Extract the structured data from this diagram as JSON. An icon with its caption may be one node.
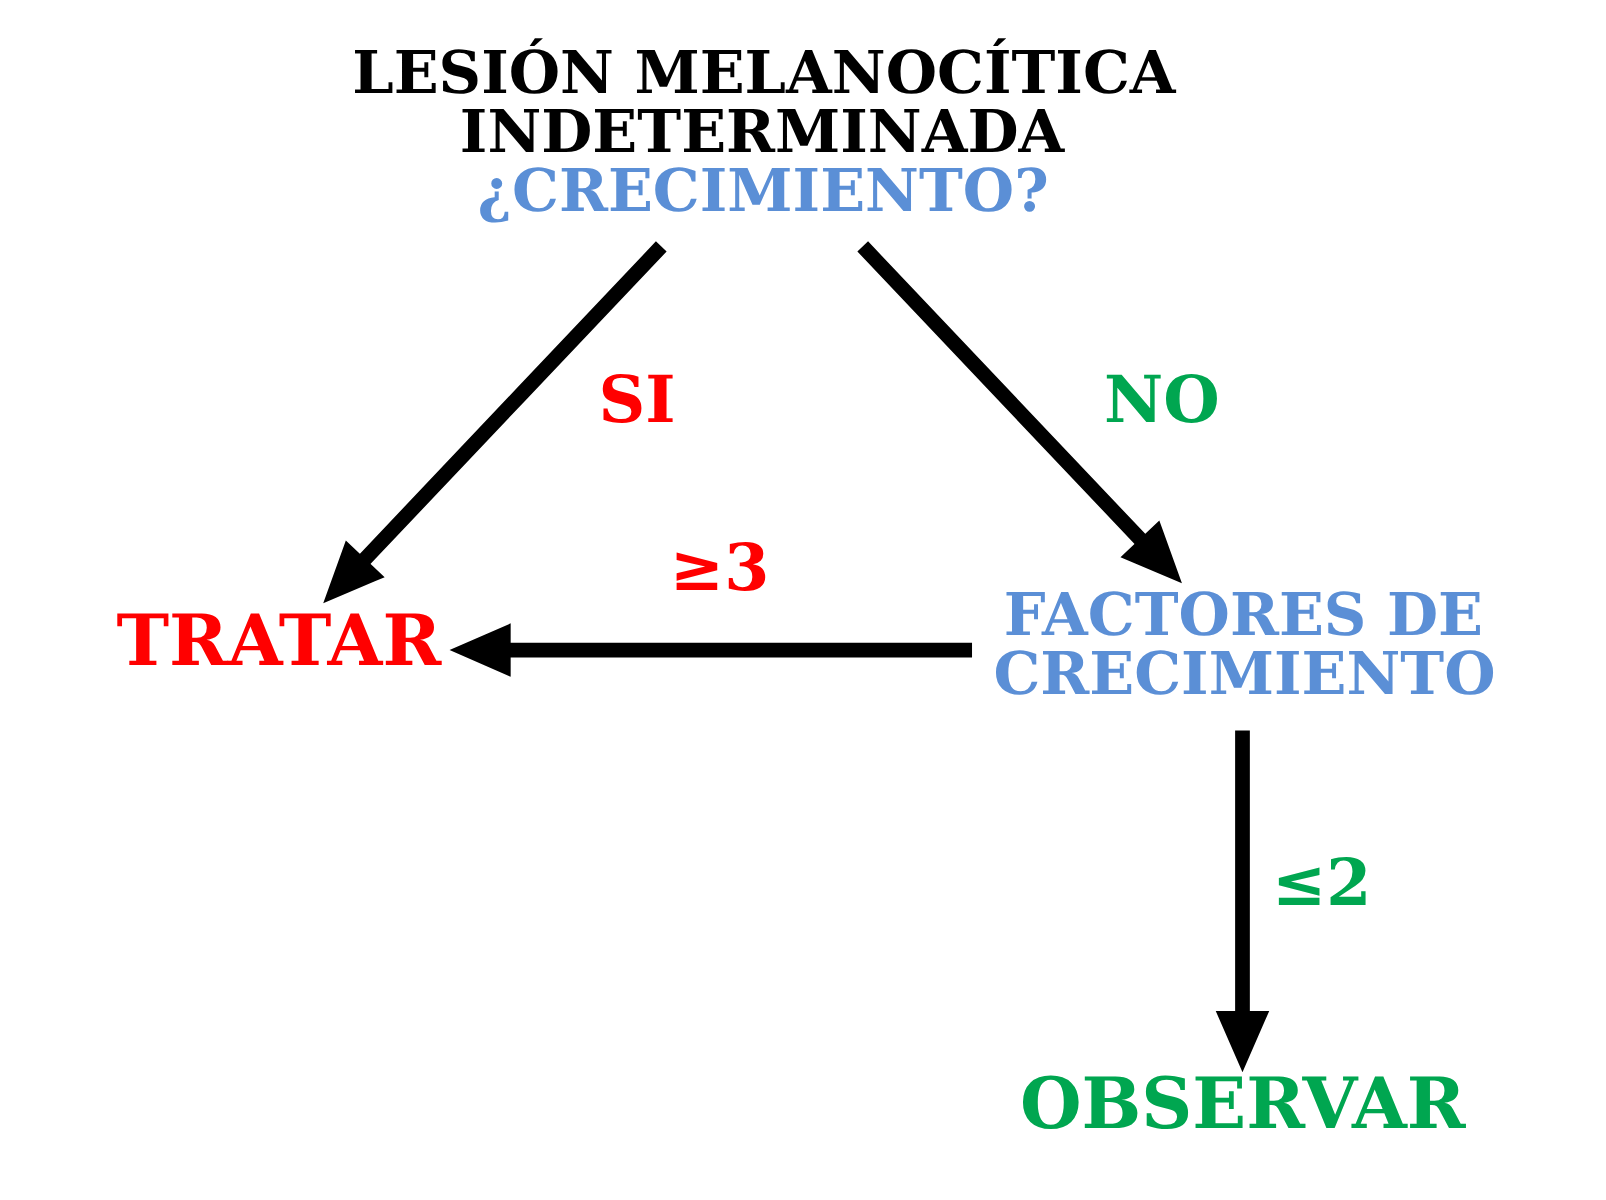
{
  "diagram": {
    "nodes": [
      {
        "text": [
          "LESIÓN MELANOCÍTICA INDETERMINADA",
          "¿CRECIMIENTO?"
        ]
      },
      {
        "text": [
          "TRATAR"
        ]
      },
      {
        "text": [
          "FACTORES DE CRECIMIENTO"
        ]
      },
      {
        "text": [
          "OBSERVAR"
        ]
      }
    ],
    "edges": [
      {
        "from": 0,
        "to": 1,
        "arrow": "to",
        "label": "SI"
      },
      {
        "from": 0,
        "to": 2,
        "arrow": "to",
        "label": "NO"
      },
      {
        "from": 2,
        "to": 1,
        "arrow": "to",
        "label": "≥3"
      },
      {
        "from": 2,
        "to": 3,
        "arrow": "to",
        "label": "≤2"
      }
    ]
  }
}
